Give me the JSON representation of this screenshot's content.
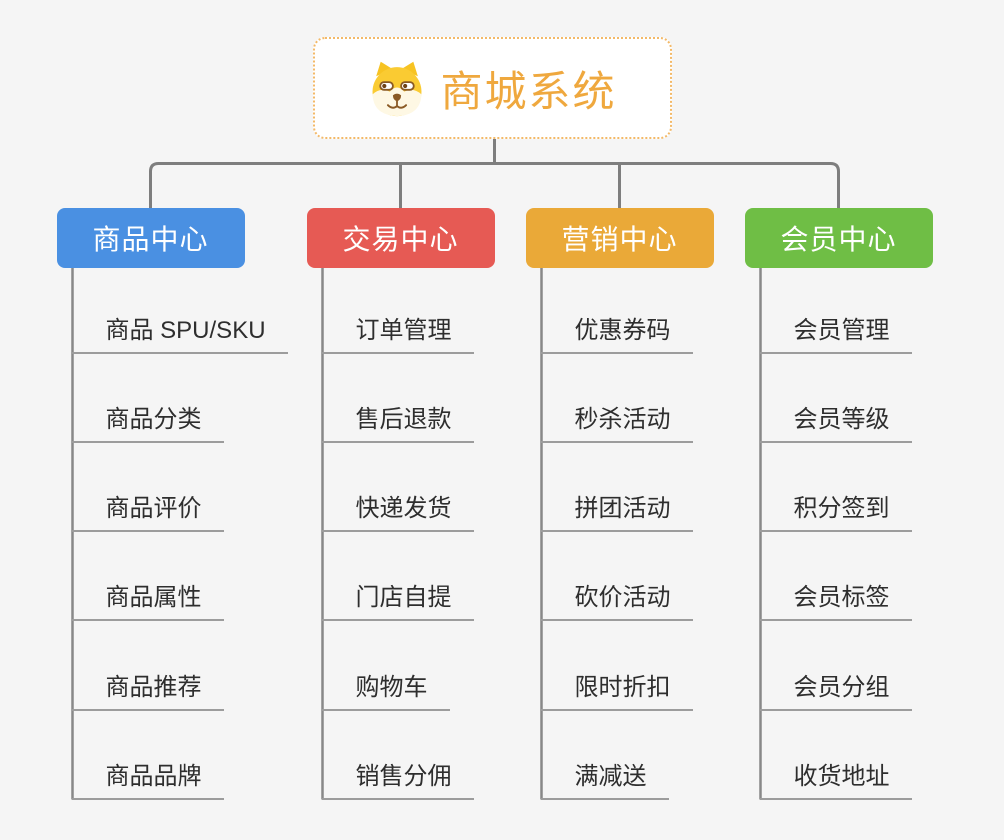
{
  "page": {
    "background": "#F5F5F5"
  },
  "root": {
    "title": "商城系统",
    "icon": "dog-face-icon",
    "title_color": "#EFA83E",
    "border_color": "#F3B968"
  },
  "style": {
    "connector_color": "#7E7E7E",
    "trunk_color": "#888888",
    "underline_color": "#9C9C9C",
    "child_text_color": "#2E2E2E"
  },
  "branches": [
    {
      "label": "商品中心",
      "color": "#4A90E2",
      "children": [
        "商品 SPU/SKU",
        "商品分类",
        "商品评价",
        "商品属性",
        "商品推荐",
        "商品品牌"
      ]
    },
    {
      "label": "交易中心",
      "color": "#E65A54",
      "children": [
        "订单管理",
        "售后退款",
        "快递发货",
        "门店自提",
        "购物车",
        "销售分佣"
      ]
    },
    {
      "label": "营销中心",
      "color": "#EAA938",
      "children": [
        "优惠券码",
        "秒杀活动",
        "拼团活动",
        "砍价活动",
        "限时折扣",
        "满减送"
      ]
    },
    {
      "label": "会员中心",
      "color": "#6FBE45",
      "children": [
        "会员管理",
        "会员等级",
        "积分签到",
        "会员标签",
        "会员分组",
        "收货地址"
      ]
    }
  ]
}
